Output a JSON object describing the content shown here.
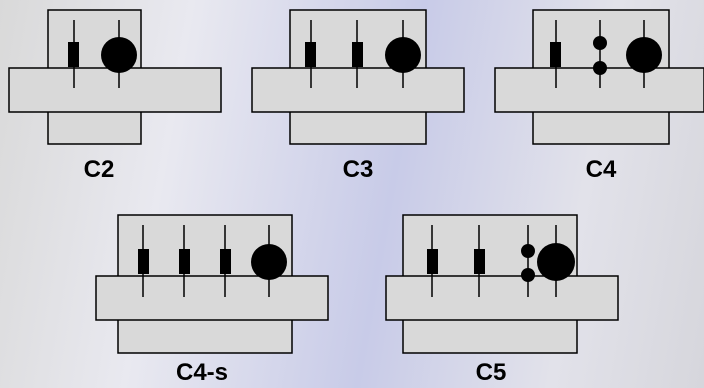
{
  "connectors": [
    {
      "name": "connector-c2",
      "label": "C2",
      "components": [
        "bar",
        "big-circle"
      ]
    },
    {
      "name": "connector-c3",
      "label": "C3",
      "components": [
        "bar",
        "bar",
        "big-circle"
      ]
    },
    {
      "name": "connector-c4",
      "label": "C4",
      "components": [
        "bar",
        "double-dot",
        "big-circle"
      ]
    },
    {
      "name": "connector-c4-s",
      "label": "C4-s",
      "components": [
        "bar",
        "bar",
        "bar",
        "big-circle"
      ]
    },
    {
      "name": "connector-c5",
      "label": "C5",
      "components": [
        "bar",
        "bar",
        "double-dot",
        "big-circle"
      ]
    }
  ],
  "colors": {
    "fill": "#d9d9d9",
    "stroke": "#000000",
    "component": "#000000"
  }
}
